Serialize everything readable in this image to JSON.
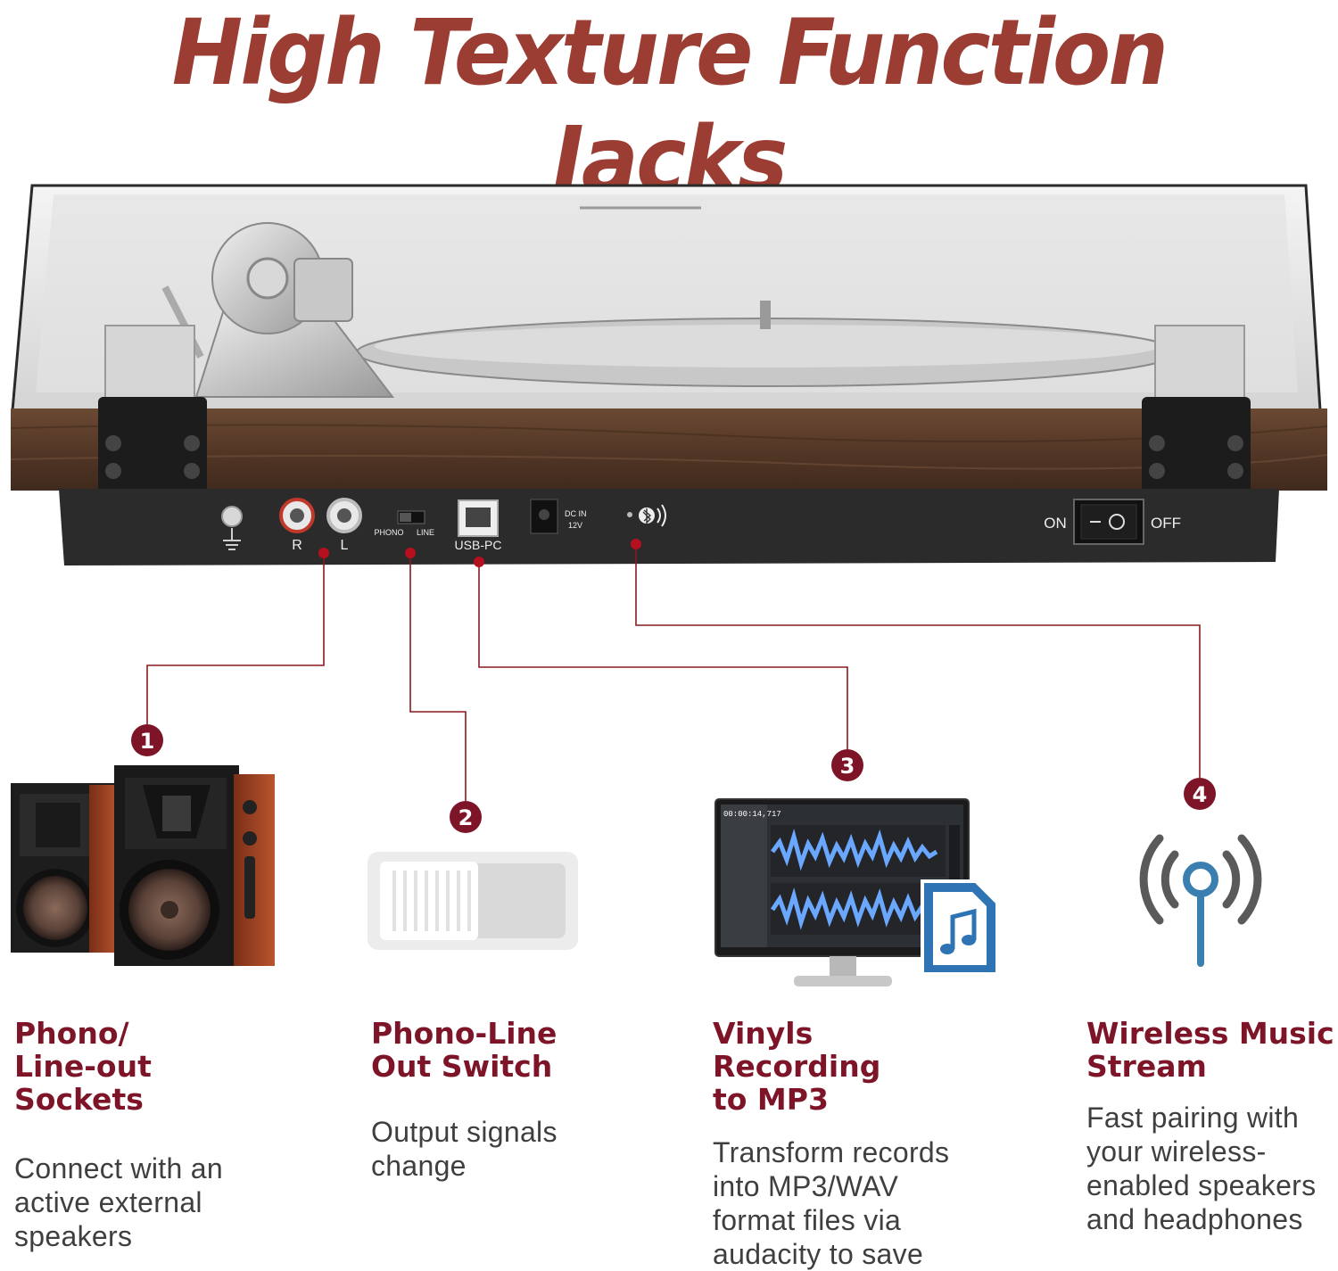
{
  "headline": "High Texture Function Jacks",
  "panel": {
    "port_r": "R",
    "port_l": "L",
    "switch_phono": "PHONO",
    "switch_line": "LINE",
    "usb_label": "USB-PC",
    "dc_line1": "DC IN",
    "dc_line2": "12V",
    "power_on": "ON",
    "power_off": "OFF"
  },
  "features": [
    {
      "number": "1",
      "title_line1": "Phono/",
      "title_line2": "Line-out Sockets",
      "desc": [
        "Connect with an",
        "active external",
        "speakers"
      ]
    },
    {
      "number": "2",
      "title_line1": "Phono-Line",
      "title_line2": "Out Switch",
      "desc": [
        "Output signals",
        "change"
      ]
    },
    {
      "number": "3",
      "title_line1": "Vinyls Recording",
      "title_line2": "to MP3",
      "desc": [
        "Transform records",
        "into MP3/WAV",
        "format files via",
        "audacity to save"
      ]
    },
    {
      "number": "4",
      "title_line1": "Wireless Music",
      "title_line2": "Stream",
      "desc": [
        "Fast pairing with",
        "your wireless-",
        "enabled speakers",
        "and headphones"
      ]
    }
  ],
  "monitor": {
    "timecode": "00:00:14,717"
  },
  "colors": {
    "headline": "#9c3d33",
    "marker": "#7d1428",
    "leader_line": "#8a1a1f",
    "wood": "#5a3a28"
  }
}
